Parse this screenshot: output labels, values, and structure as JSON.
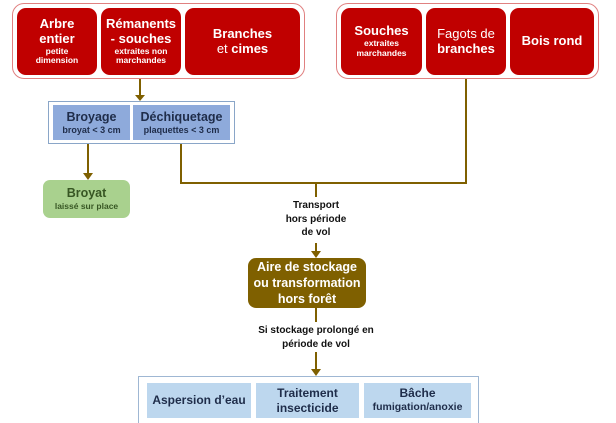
{
  "colors": {
    "red": "#c00000",
    "blue": "#8eaadb",
    "green": "#a9d18e",
    "brown": "#7f6000",
    "light_blue": "#bdd7ee",
    "connector": "#7f6000"
  },
  "sources_left": [
    {
      "title": "Arbre entier",
      "subtitle": "petite dimension"
    },
    {
      "title": "Rémanents - souches",
      "subtitle": "extraites non marchandes"
    },
    {
      "title_part1": "Branches",
      "title_part2_normal": "et ",
      "title_part2_bold": "cimes"
    }
  ],
  "sources_right": [
    {
      "title": "Souches",
      "subtitle": "extraites marchandes"
    },
    {
      "title_normal": "Fagots de",
      "title_bold": "branches"
    },
    {
      "title": "Bois rond"
    }
  ],
  "processing": [
    {
      "title": "Broyage",
      "subtitle": "broyat < 3 cm"
    },
    {
      "title": "Déchiquetage",
      "subtitle": "plaquettes < 3 cm"
    }
  ],
  "residue": {
    "title": "Broyat",
    "subtitle": "laissé sur place"
  },
  "transport_label": [
    "Transport",
    "hors période",
    "de vol"
  ],
  "storage": {
    "lines": [
      "Aire de stockage",
      "ou transformation",
      "hors forêt"
    ]
  },
  "storage_condition": [
    "Si stockage prolongé en",
    "période de vol"
  ],
  "treatments": [
    {
      "title": "Aspersion d’eau"
    },
    {
      "title": "Traitement insecticide"
    },
    {
      "title": "Bâche",
      "subtitle": "fumigation/anoxie"
    }
  ]
}
